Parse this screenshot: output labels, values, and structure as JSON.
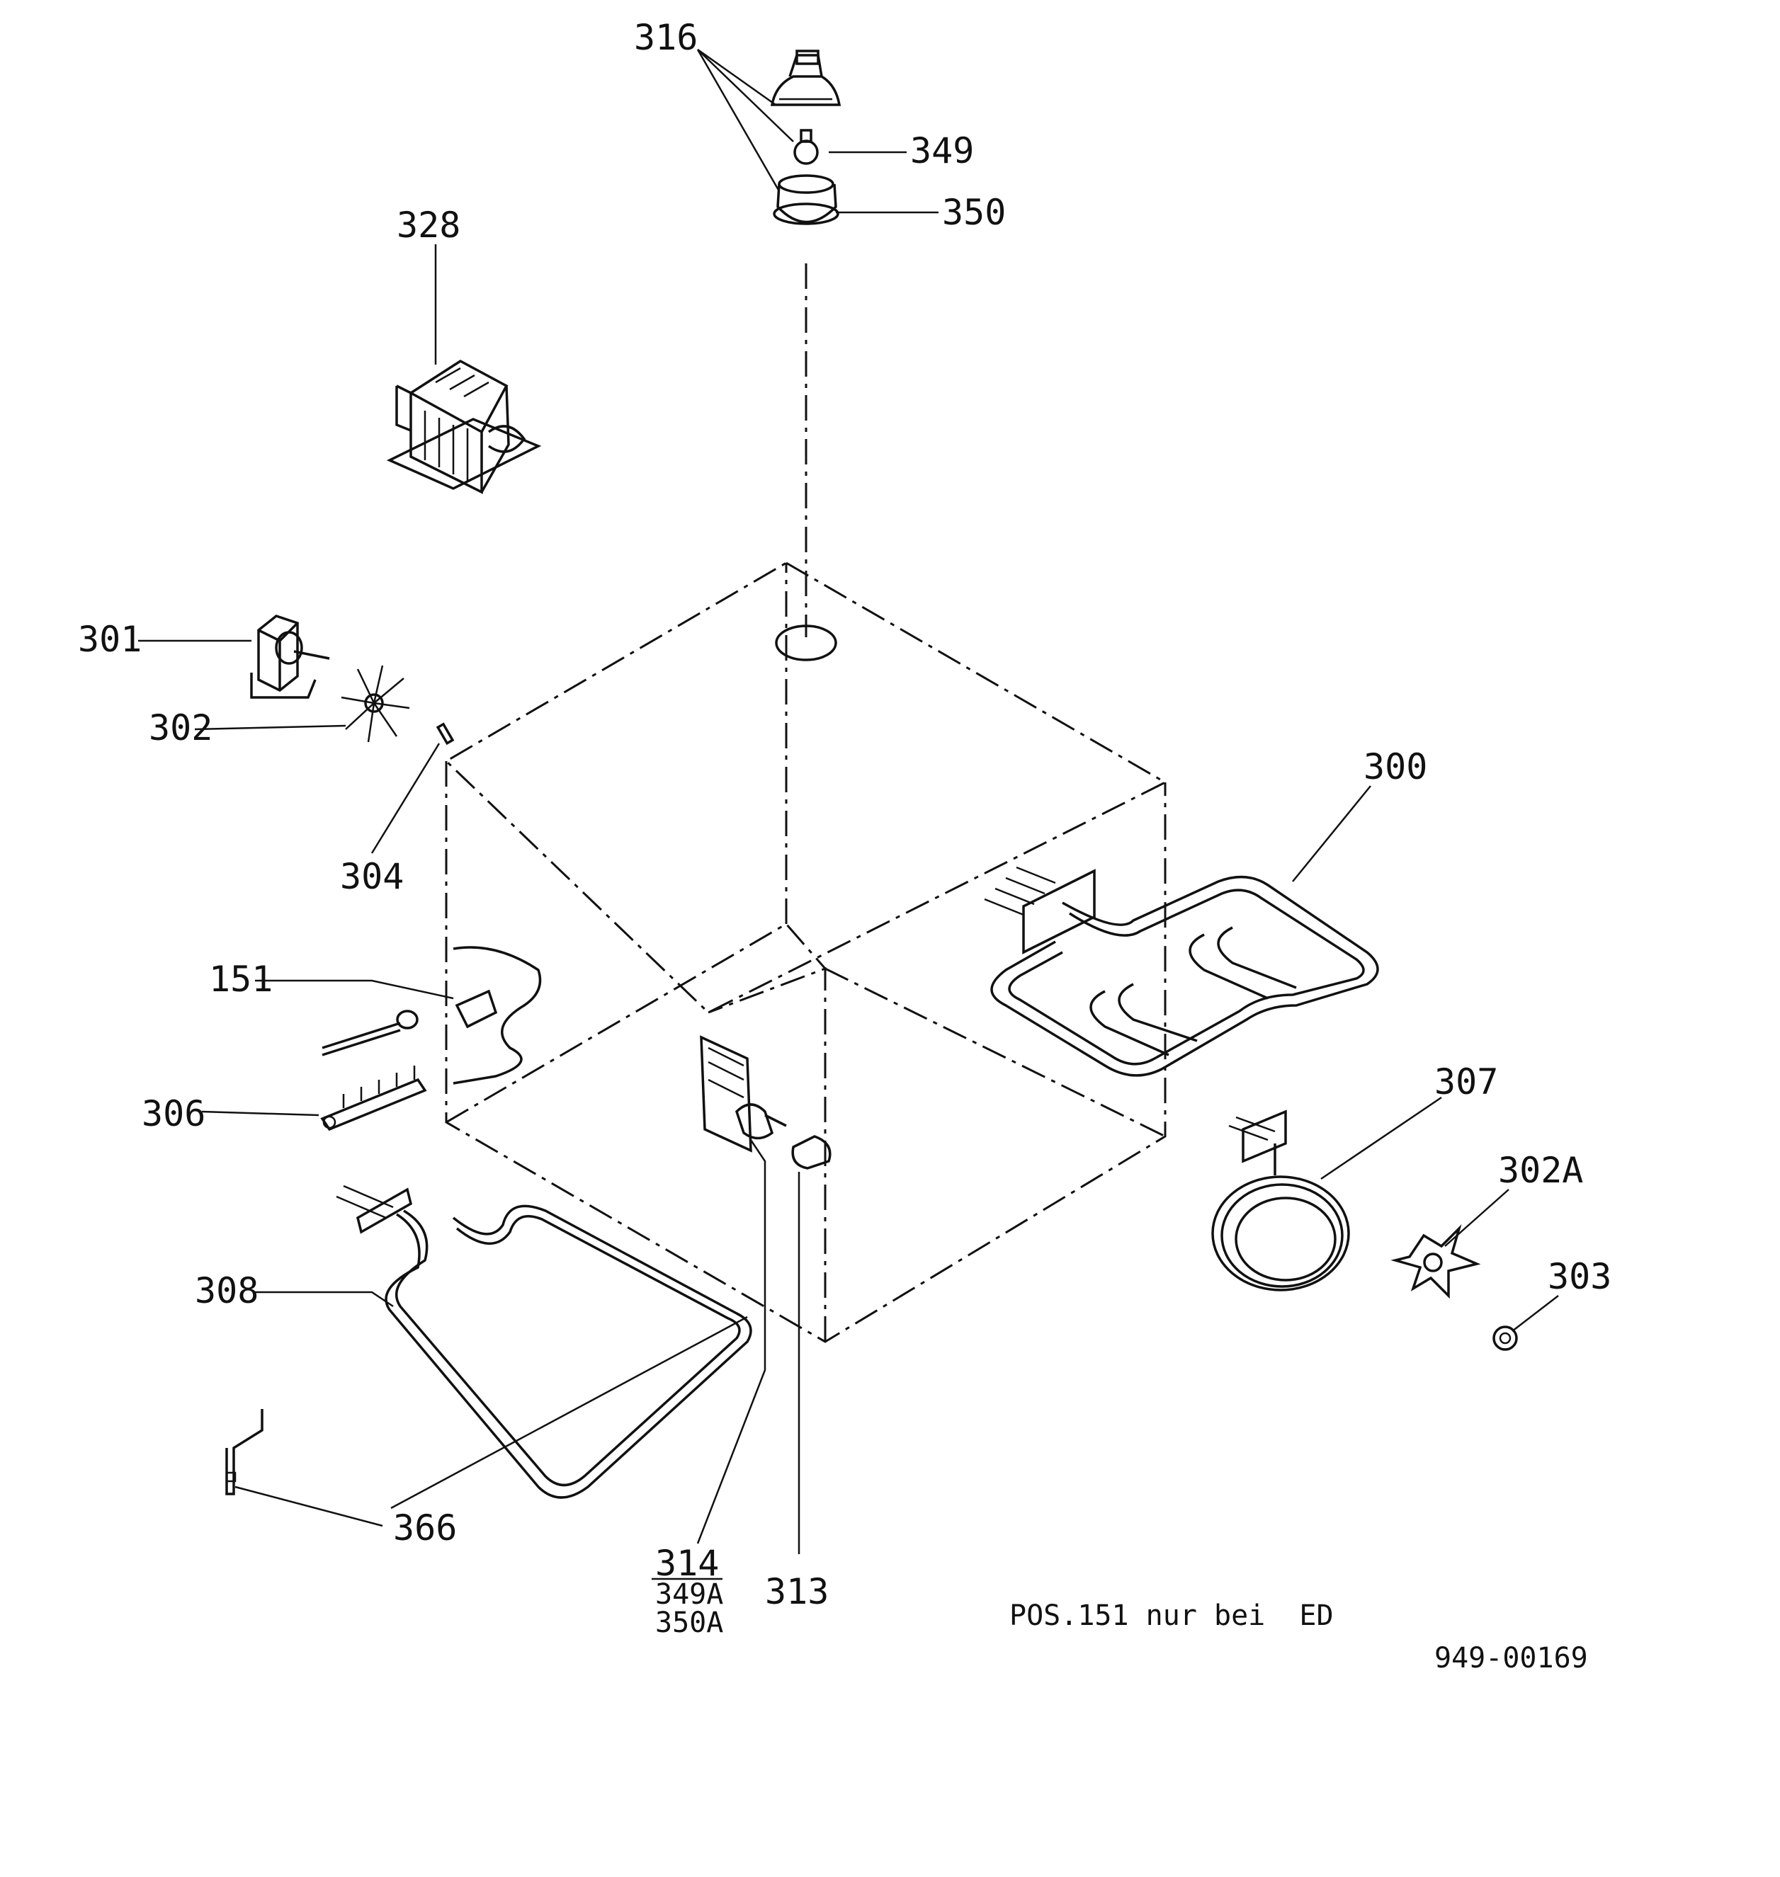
{
  "parts": [
    {
      "id": "p316",
      "label": "316"
    },
    {
      "id": "p349",
      "label": "349"
    },
    {
      "id": "p350",
      "label": "350"
    },
    {
      "id": "p328",
      "label": "328"
    },
    {
      "id": "p301",
      "label": "301"
    },
    {
      "id": "p302",
      "label": "302"
    },
    {
      "id": "p304",
      "label": "304"
    },
    {
      "id": "p300",
      "label": "300"
    },
    {
      "id": "p151",
      "label": "151"
    },
    {
      "id": "p306",
      "label": "306"
    },
    {
      "id": "p307",
      "label": "307"
    },
    {
      "id": "p302a",
      "label": "302A"
    },
    {
      "id": "p303",
      "label": "303"
    },
    {
      "id": "p308",
      "label": "308"
    },
    {
      "id": "p366",
      "label": "366"
    },
    {
      "id": "p314",
      "label": "314"
    },
    {
      "id": "p349a",
      "label": "349A"
    },
    {
      "id": "p350a",
      "label": "350A"
    },
    {
      "id": "p313",
      "label": "313"
    }
  ],
  "note": "POS.151 nur bei  ED",
  "drawing_number": "949-00169"
}
